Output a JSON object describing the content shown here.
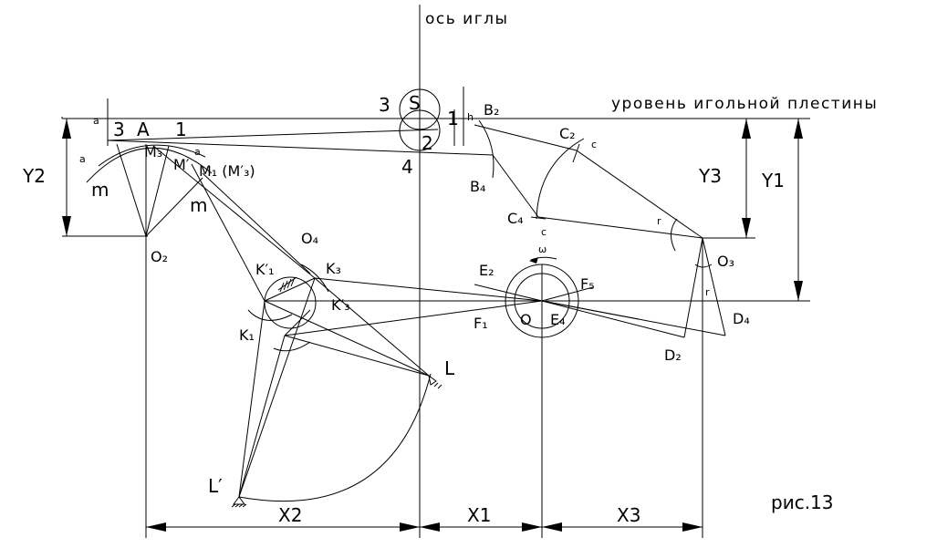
{
  "texts": {
    "needle_axis": "ось иглы",
    "plate_level": "уровень игольной плестины",
    "figure": "рис.13",
    "Y1": "Y1",
    "Y2": "Y2",
    "Y3": "Y3",
    "X1": "X1",
    "X2": "X2",
    "X3": "X3",
    "O1": "O",
    "O2": "O₂",
    "O3": "O₃",
    "O4": "O₄",
    "S": "S",
    "n3": "3",
    "n1": "1",
    "n2": "2",
    "n4": "4",
    "h": "h",
    "B2": "B₂",
    "B4": "B₄",
    "C2": "C₂",
    "C4": "C₄",
    "c1": "c",
    "c2": "c",
    "D2": "D₂",
    "D4": "D₄",
    "E2": "E₂",
    "E4": "E₄",
    "F1": "F₁",
    "F5": "F₅",
    "K1p": "K′₁",
    "K3": "K₃",
    "K3p": "K′₃",
    "K1": "K₁",
    "L": "L",
    "Lp": "L′",
    "A": "A",
    "a3": "3",
    "a1": "1",
    "M3": "M₃",
    "Mp": "M′",
    "M1": "M₁ (M′₃)",
    "m1": "m",
    "m2": "m",
    "a_small1": "a",
    "a_small2": "a",
    "a_small3": "a",
    "r1": "r",
    "r2": "r",
    "omega": "ω"
  }
}
